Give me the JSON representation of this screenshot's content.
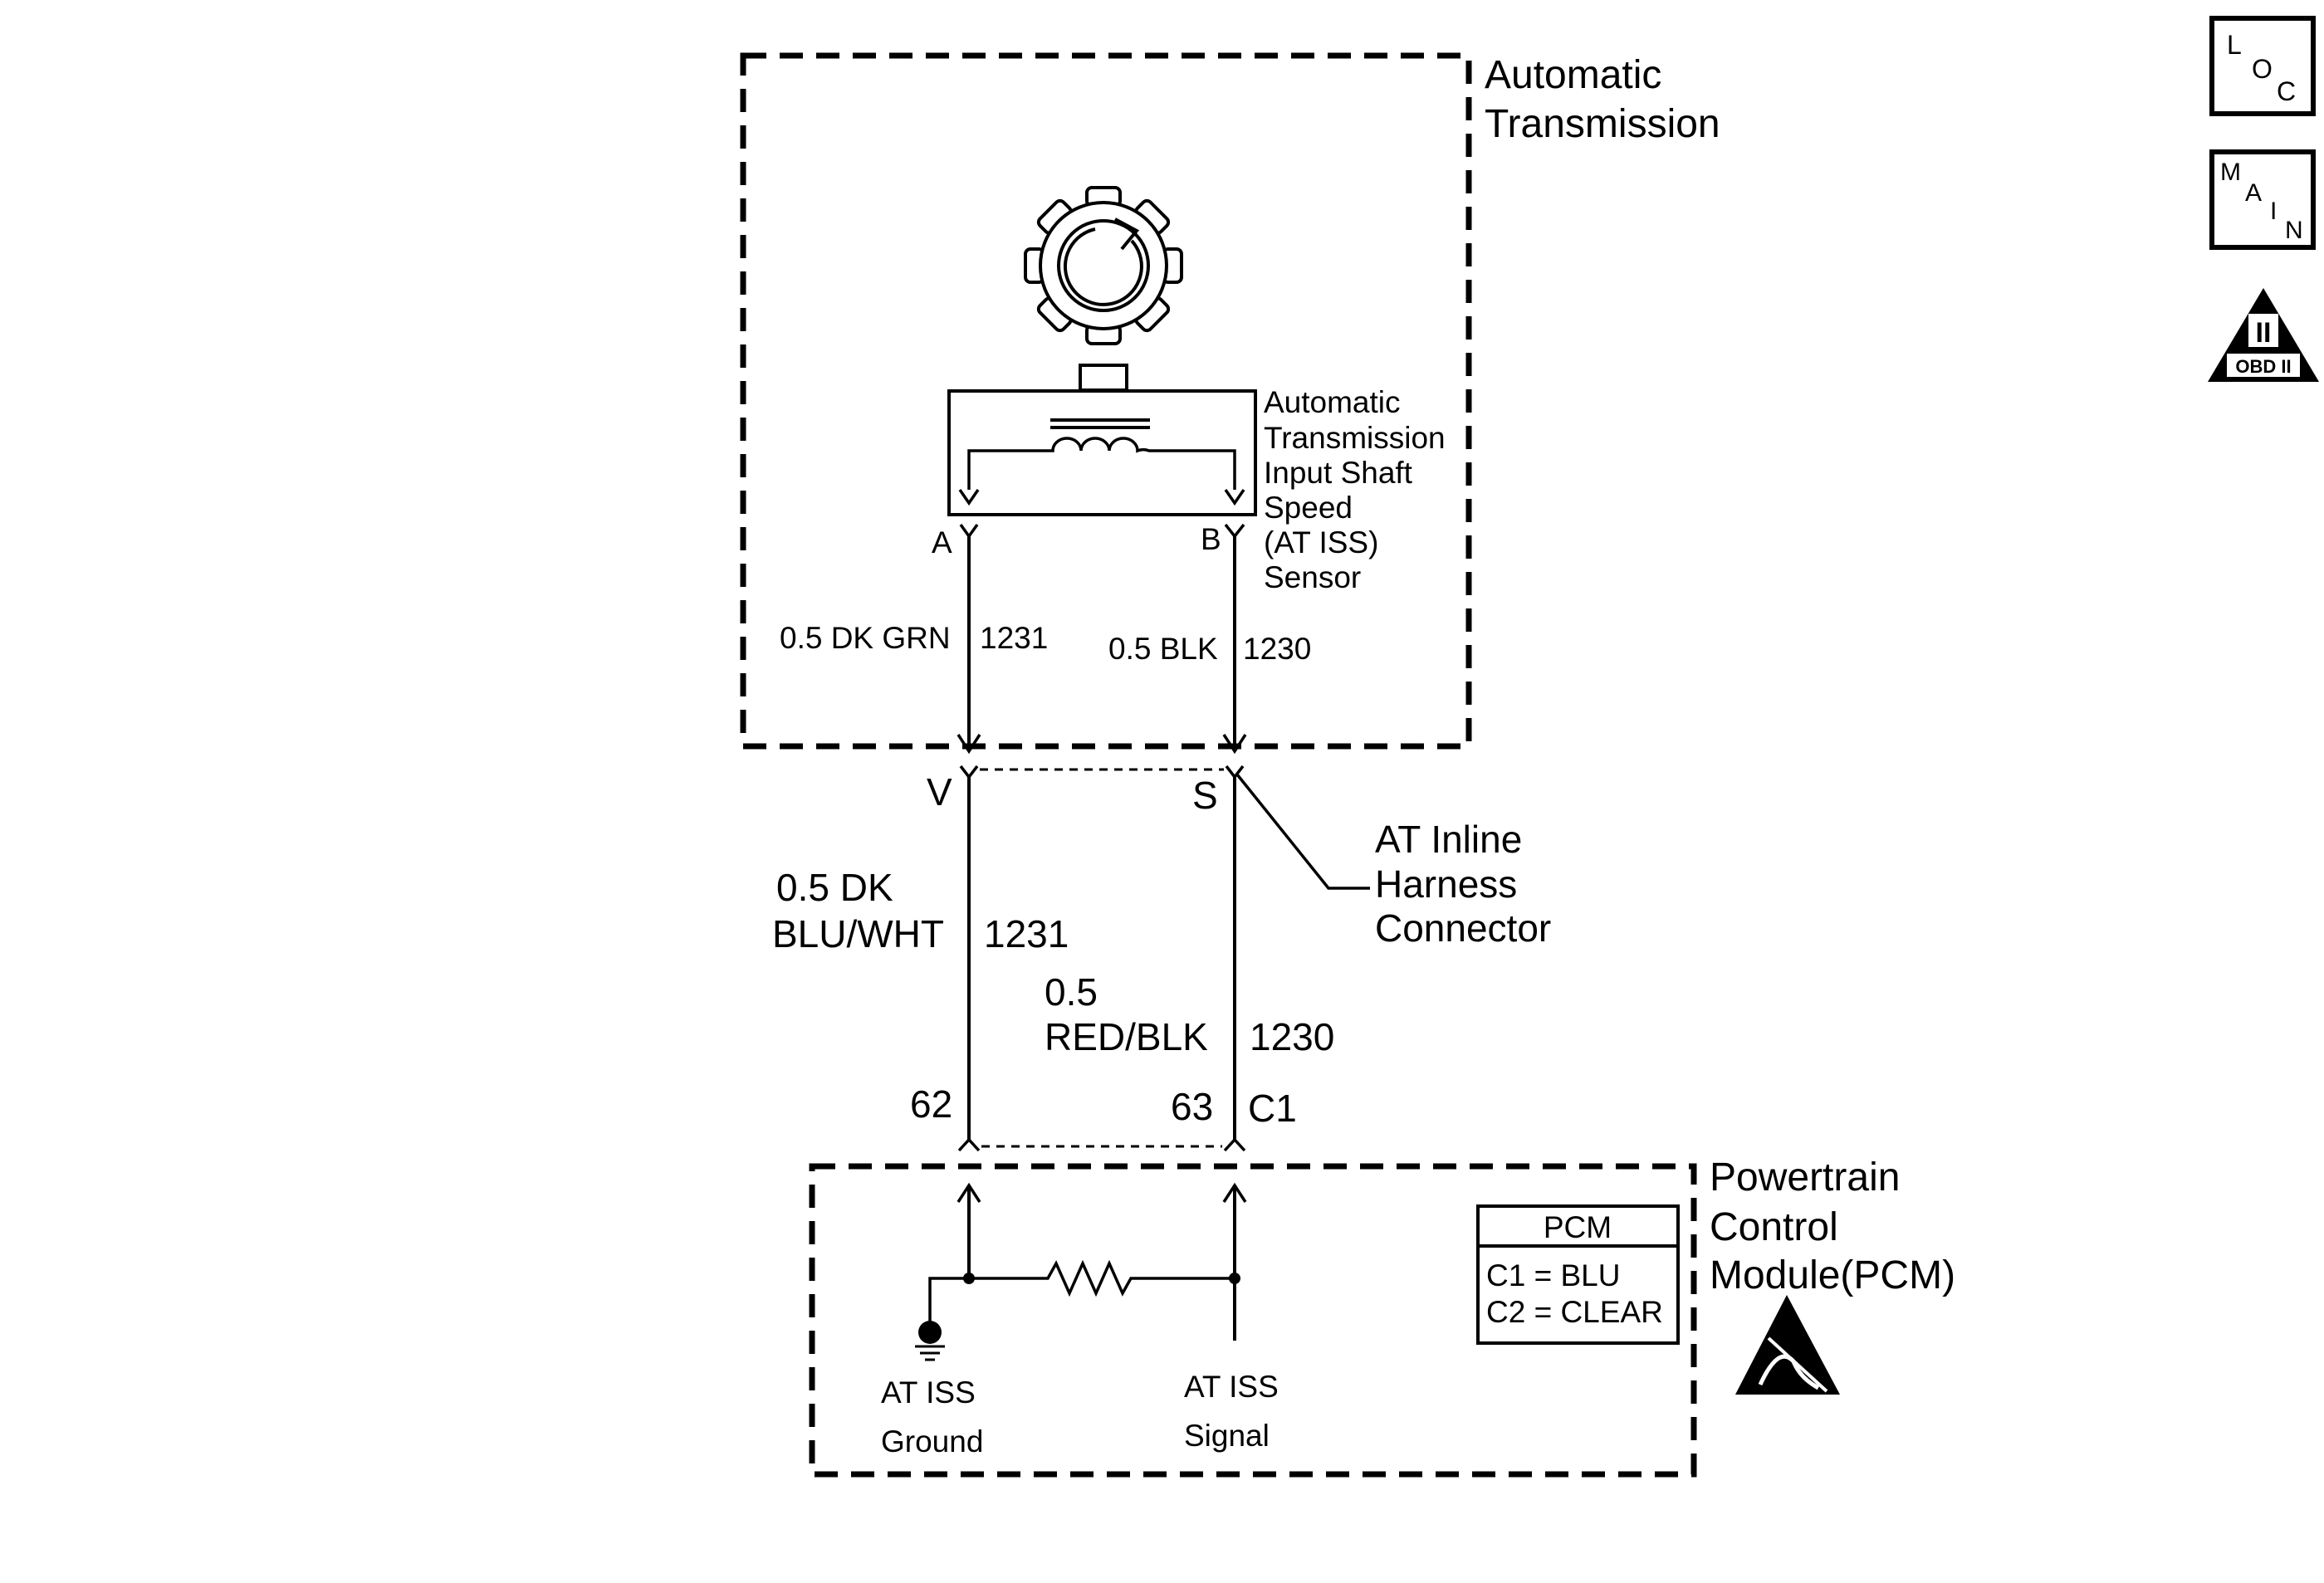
{
  "blocks": {
    "transmission": {
      "label_lines": [
        "Automatic",
        "Transmission"
      ]
    },
    "sensor": {
      "label_lines": [
        "Automatic",
        "Transmission",
        "Input Shaft",
        "Speed",
        "(AT ISS)",
        "Sensor"
      ]
    },
    "inline_connector": {
      "label_lines": [
        "AT Inline",
        "Harness",
        "Connector"
      ]
    },
    "pcm": {
      "label_lines": [
        "Powertrain",
        "Control",
        "Module(PCM)"
      ]
    }
  },
  "pins": {
    "sensor_a": "A",
    "sensor_b": "B",
    "inline_v": "V",
    "inline_s": "S",
    "pcm_62": "62",
    "pcm_63": "63",
    "pcm_connector": "C1"
  },
  "wires": {
    "upper_left": {
      "gauge_color": "0.5 DK GRN",
      "circuit": "1231"
    },
    "upper_right": {
      "gauge_color": "0.5 BLK",
      "circuit": "1230"
    },
    "lower_left": {
      "gauge_color_lines": [
        "0.5 DK",
        "BLU/WHT"
      ],
      "circuit": "1231"
    },
    "lower_right": {
      "gauge_color_lines": [
        "0.5",
        "RED/BLK"
      ],
      "circuit": "1230"
    }
  },
  "pcm_terminals": {
    "ground_lines": [
      "AT ISS",
      "Ground"
    ],
    "signal_lines": [
      "AT ISS",
      "Signal"
    ]
  },
  "connector_table": {
    "header": "PCM",
    "rows": [
      "C1 = BLU",
      "C2 = CLEAR"
    ]
  },
  "side_icons": {
    "loc": {
      "icon": "loc-icon",
      "letters": [
        "L",
        "O",
        "C"
      ]
    },
    "main": {
      "icon": "main-icon",
      "letters": [
        "M",
        "A",
        "I",
        "N"
      ]
    },
    "obd": {
      "icon": "obd-ii-icon",
      "numeral": "II",
      "caption": "OBD II"
    },
    "esd": {
      "icon": "esd-warning-icon"
    }
  },
  "colors": {
    "ink": "#000000",
    "paper": "#ffffff"
  }
}
